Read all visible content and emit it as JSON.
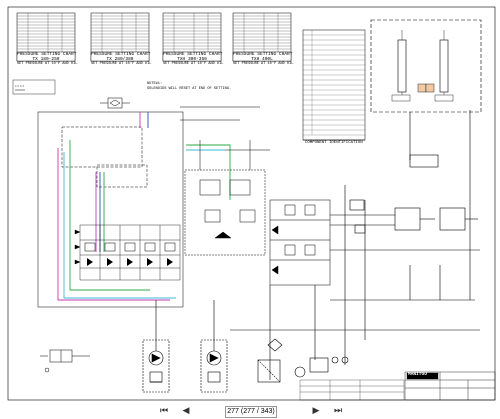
{
  "document": {
    "type": "hydraulic schematic",
    "tables": [
      {
        "caption_line1": "PRESSURE SETTING CHART",
        "caption_line2": "TX 180-250",
        "footnote": "SET PRESSURE AT 10°F AND OIL"
      },
      {
        "caption_line1": "PRESSURE SETTING CHART",
        "caption_line2": "TX 280/380",
        "footnote": "SET PRESSURE AT 10°F AND OIL"
      },
      {
        "caption_line1": "PRESSURE SETTING CHART",
        "caption_line2": "TXH 300-350",
        "footnote": "SET PRESSURE AT 10°F AND OIL"
      },
      {
        "caption_line1": "PRESSURE SETTING CHART",
        "caption_line2": "TXH 400L",
        "footnote": "SET PRESSURE AT 10°F AND OIL"
      }
    ],
    "component_identification": "COMPONENT IDENTIFICATION",
    "notes_title": "NOTE#1:",
    "notes_text": "SOLENOIDS WILL RESET AT END OF SETTING.",
    "manitou_logo": "MANITOU",
    "colors": {
      "line_black": "#000000",
      "line_green": "#2fa84a",
      "line_magenta": "#c23bb0",
      "line_cyan": "#3fb9d6",
      "line_blue": "#2d4fb5",
      "highlight_orange": "#f2c9a4"
    }
  },
  "navigation": {
    "first_icon": "first-page-icon",
    "prev_icon": "previous-page-icon",
    "next_icon": "next-page-icon",
    "last_icon": "last-page-icon",
    "page_field_value": "277 (277 / 343)",
    "page_count_label": ""
  }
}
